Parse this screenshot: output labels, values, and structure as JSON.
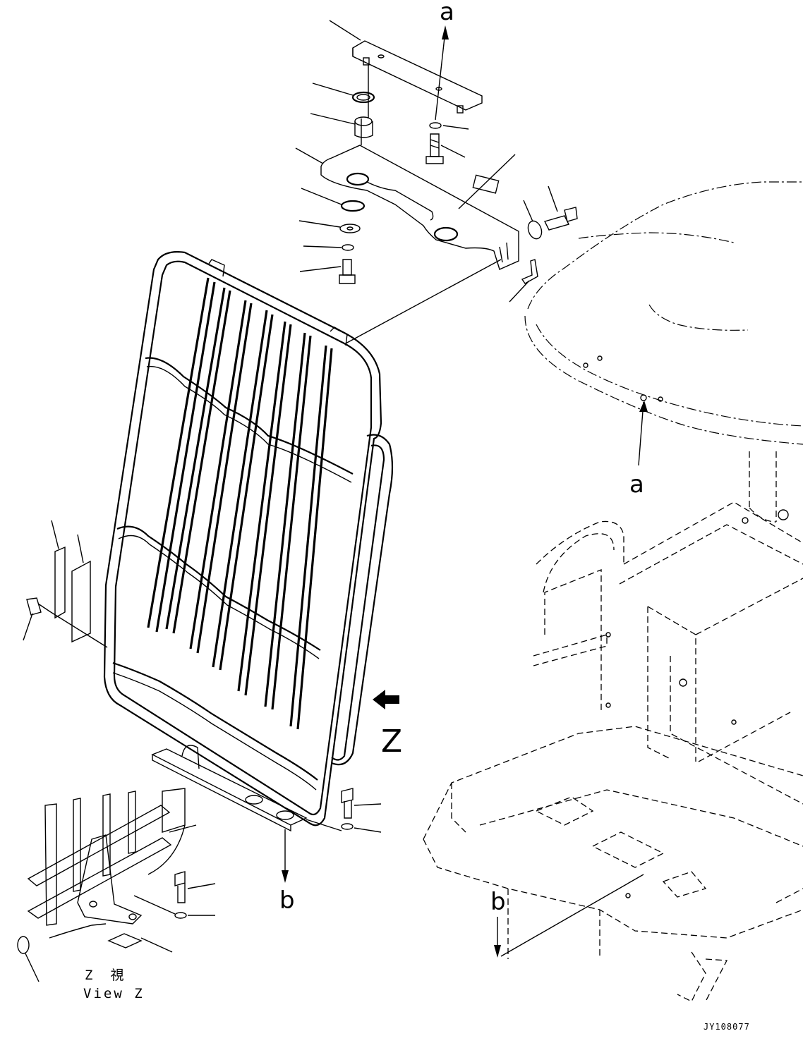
{
  "labels": {
    "ref_a_top": "a",
    "ref_a_seat": "a",
    "ref_b_guard": "b",
    "ref_b_floor": "b",
    "view_letter": "Z",
    "view_jp": "Z　視",
    "view_en": "View Z",
    "drawing_number": "JY108077"
  }
}
